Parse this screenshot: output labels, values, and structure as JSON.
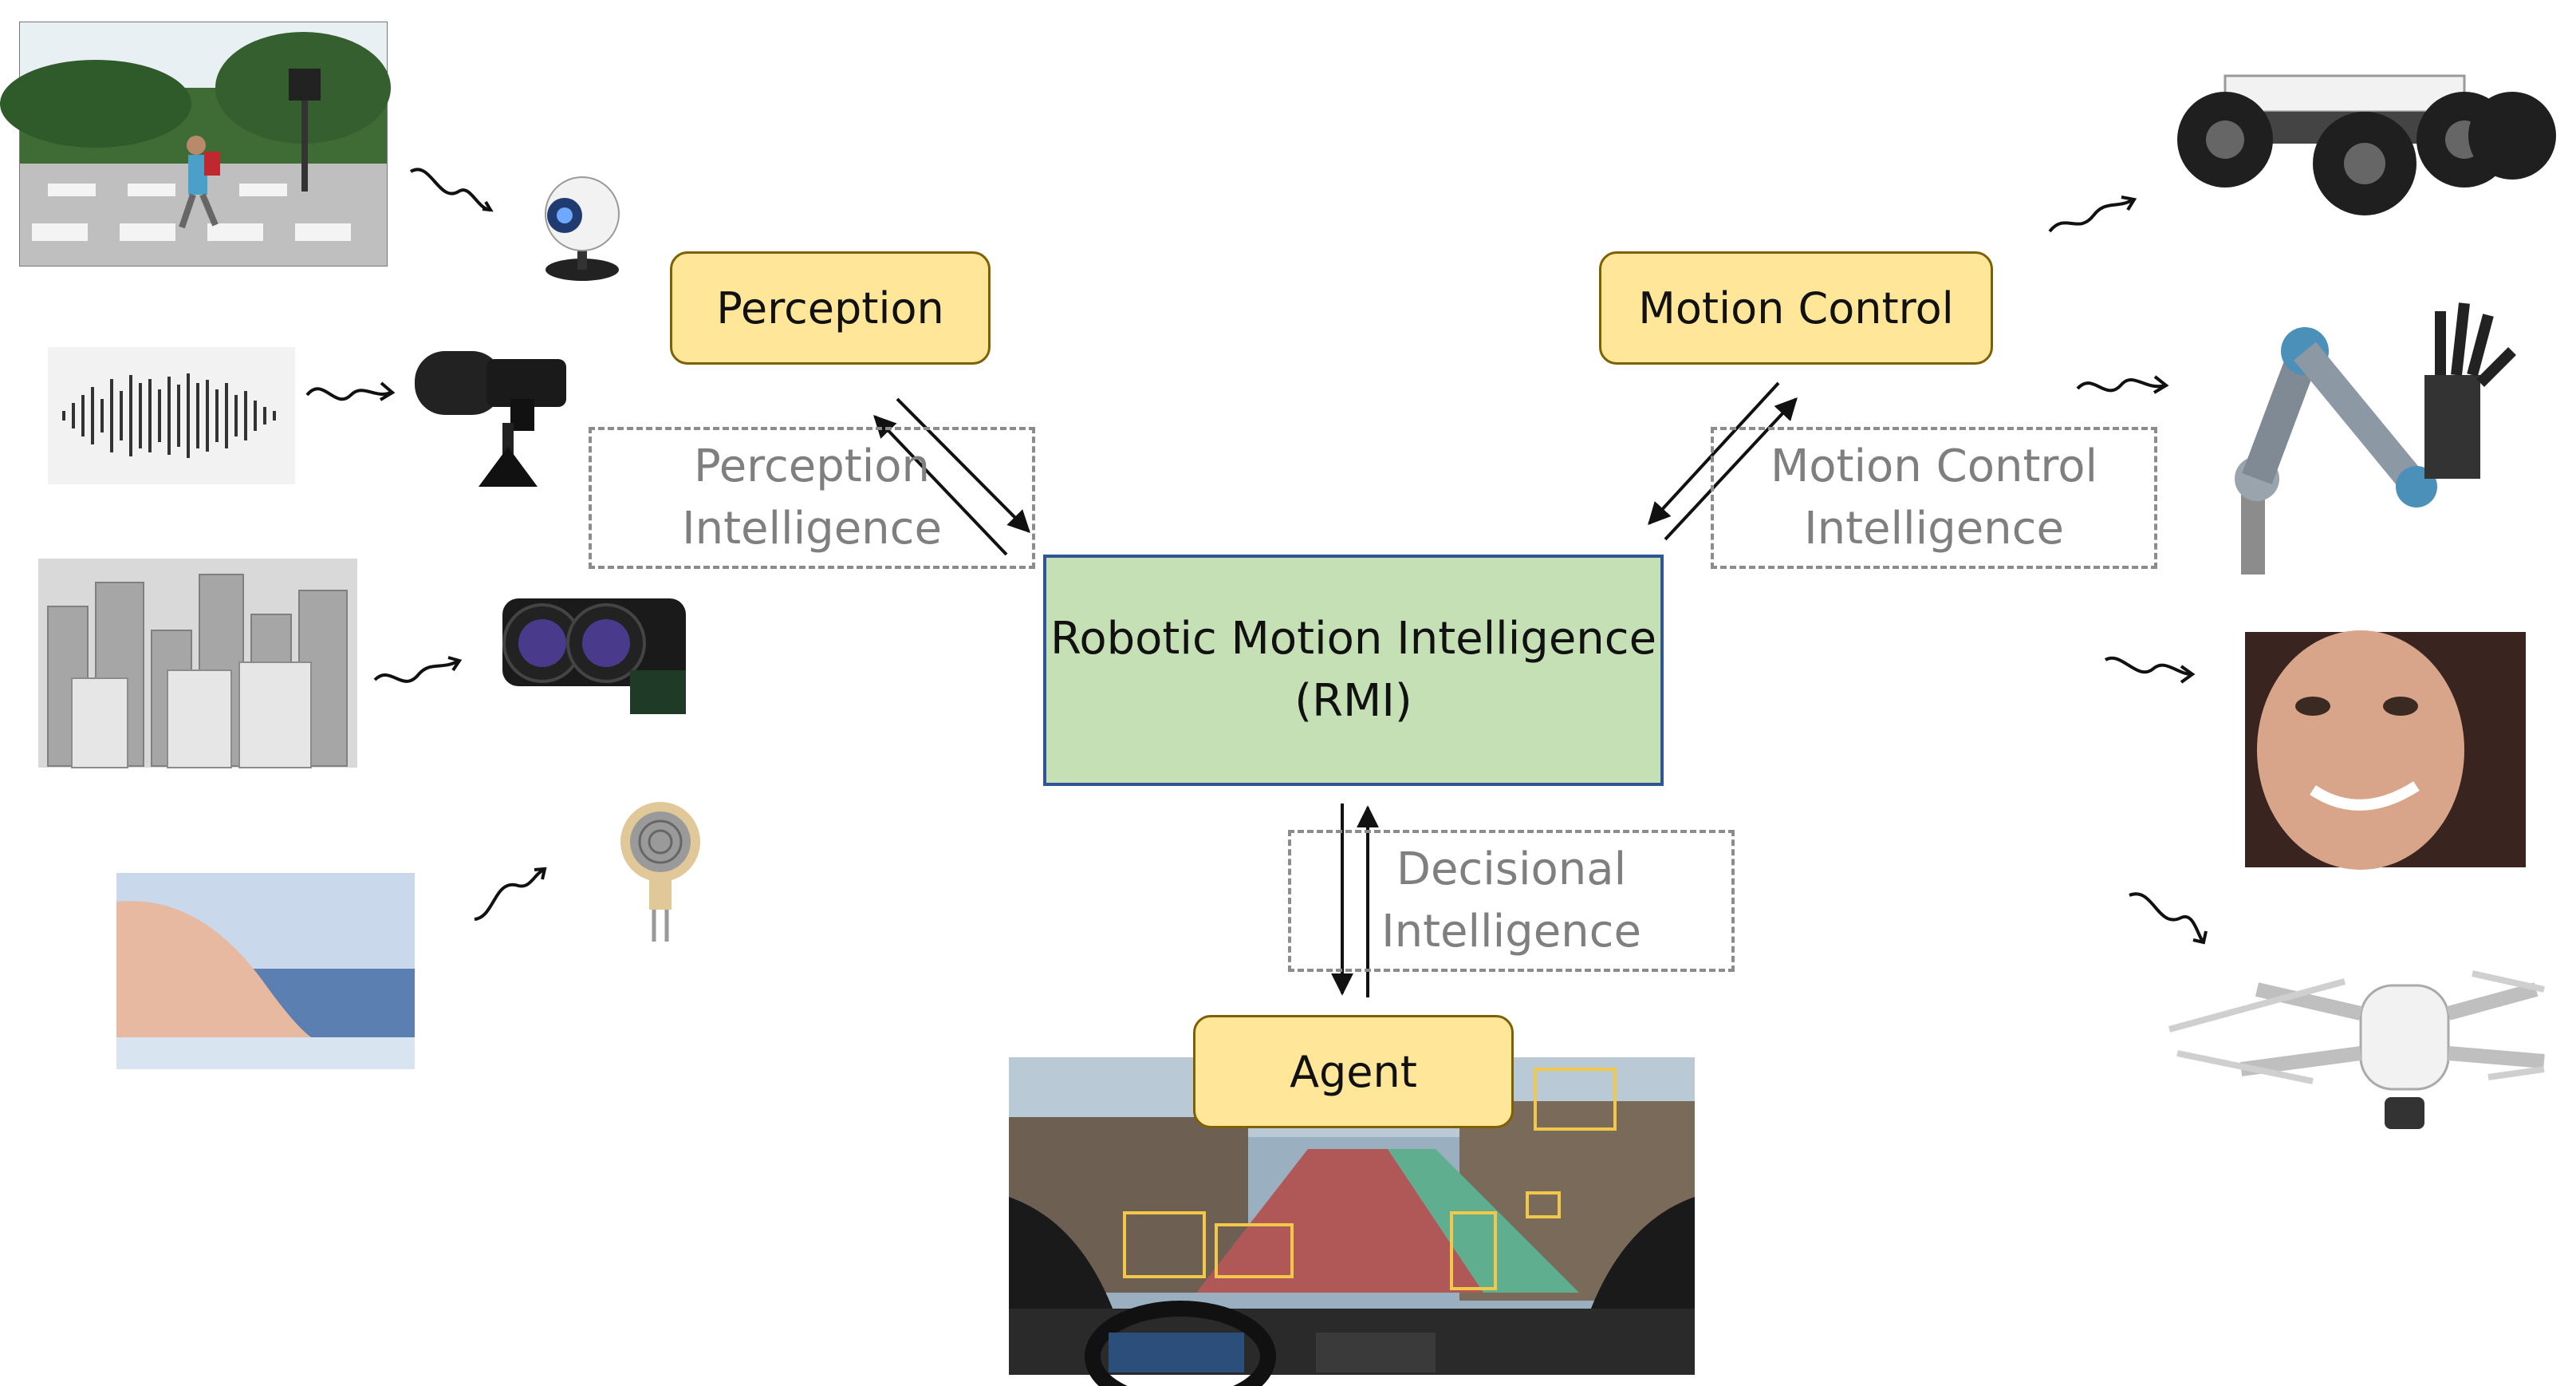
{
  "nodes": {
    "perception": "Perception",
    "motion_control": "Motion Control",
    "agent": "Agent",
    "rmi_line1": "Robotic Motion Intelligence",
    "rmi_line2": "(RMI)"
  },
  "intelligences": {
    "perception_1": "Perception",
    "perception_2": "Intelligence",
    "motion_1": "Motion Control",
    "motion_2": "Intelligence",
    "decisional_1": "Decisional",
    "decisional_2": "Intelligence"
  },
  "colors": {
    "node_fill": "#ffe699",
    "rmi_fill": "#c5e0b4",
    "rmi_border": "#2f5597"
  }
}
